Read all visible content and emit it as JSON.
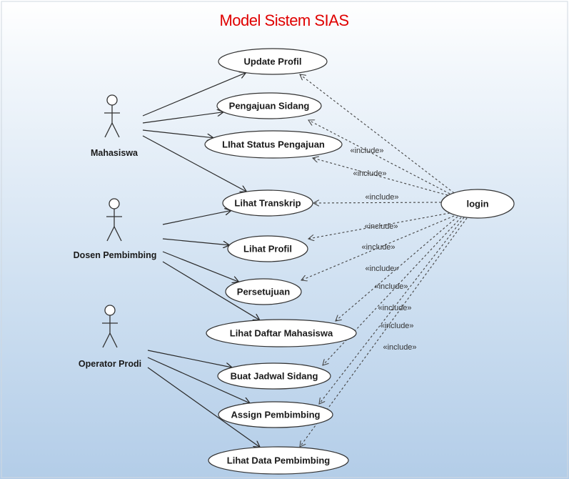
{
  "title": "Model Sistem SIAS",
  "colors": {
    "title": "#e00000",
    "background_top": "#ffffff",
    "background_bottom": "#b9d2ea"
  },
  "actors": [
    {
      "id": "mahasiswa",
      "label": "Mahasiswa"
    },
    {
      "id": "dosen",
      "label": "Dosen Pembimbing"
    },
    {
      "id": "operator",
      "label": "Operator Prodi"
    }
  ],
  "use_cases": [
    {
      "id": "update-profil",
      "label": "Update Profil"
    },
    {
      "id": "pengajuan-sidang",
      "label": "Pengajuan Sidang"
    },
    {
      "id": "lihat-status",
      "label": "LIhat Status Pengajuan"
    },
    {
      "id": "lihat-transkrip",
      "label": "Lihat Transkrip"
    },
    {
      "id": "lihat-profil",
      "label": "Lihat Profil"
    },
    {
      "id": "persetujuan",
      "label": "Persetujuan"
    },
    {
      "id": "lihat-daftar",
      "label": "Lihat Daftar Mahasiswa"
    },
    {
      "id": "buat-jadwal",
      "label": "Buat Jadwal Sidang"
    },
    {
      "id": "assign",
      "label": "Assign Pembimbing"
    },
    {
      "id": "lihat-data",
      "label": "Lihat Data Pembimbing"
    },
    {
      "id": "login",
      "label": "login"
    }
  ],
  "associations": [
    {
      "actor": "mahasiswa",
      "use_case": "update-profil"
    },
    {
      "actor": "mahasiswa",
      "use_case": "pengajuan-sidang"
    },
    {
      "actor": "mahasiswa",
      "use_case": "lihat-status"
    },
    {
      "actor": "mahasiswa",
      "use_case": "lihat-transkrip"
    },
    {
      "actor": "dosen",
      "use_case": "lihat-transkrip"
    },
    {
      "actor": "dosen",
      "use_case": "lihat-profil"
    },
    {
      "actor": "dosen",
      "use_case": "persetujuan"
    },
    {
      "actor": "dosen",
      "use_case": "lihat-daftar"
    },
    {
      "actor": "operator",
      "use_case": "buat-jadwal"
    },
    {
      "actor": "operator",
      "use_case": "assign"
    },
    {
      "actor": "operator",
      "use_case": "lihat-data"
    }
  ],
  "include_label": "«include»",
  "includes": [
    {
      "from": "login",
      "to": "update-profil",
      "label": ""
    },
    {
      "from": "login",
      "to": "pengajuan-sidang",
      "label": "«include»"
    },
    {
      "from": "login",
      "to": "lihat-status",
      "label": "«include»"
    },
    {
      "from": "login",
      "to": "lihat-transkrip",
      "label": "«include»"
    },
    {
      "from": "login",
      "to": "lihat-profil",
      "label": "«include»"
    },
    {
      "from": "login",
      "to": "persetujuan",
      "label": "«include»"
    },
    {
      "from": "login",
      "to": "lihat-daftar",
      "label": "«include»"
    },
    {
      "from": "login",
      "to": "buat-jadwal",
      "label": "«include»"
    },
    {
      "from": "login",
      "to": "assign",
      "label": "«include»"
    },
    {
      "from": "login",
      "to": "lihat-data",
      "label": "«include»"
    },
    {
      "from": "login",
      "to": "lihat-data",
      "label": "«include»"
    }
  ]
}
